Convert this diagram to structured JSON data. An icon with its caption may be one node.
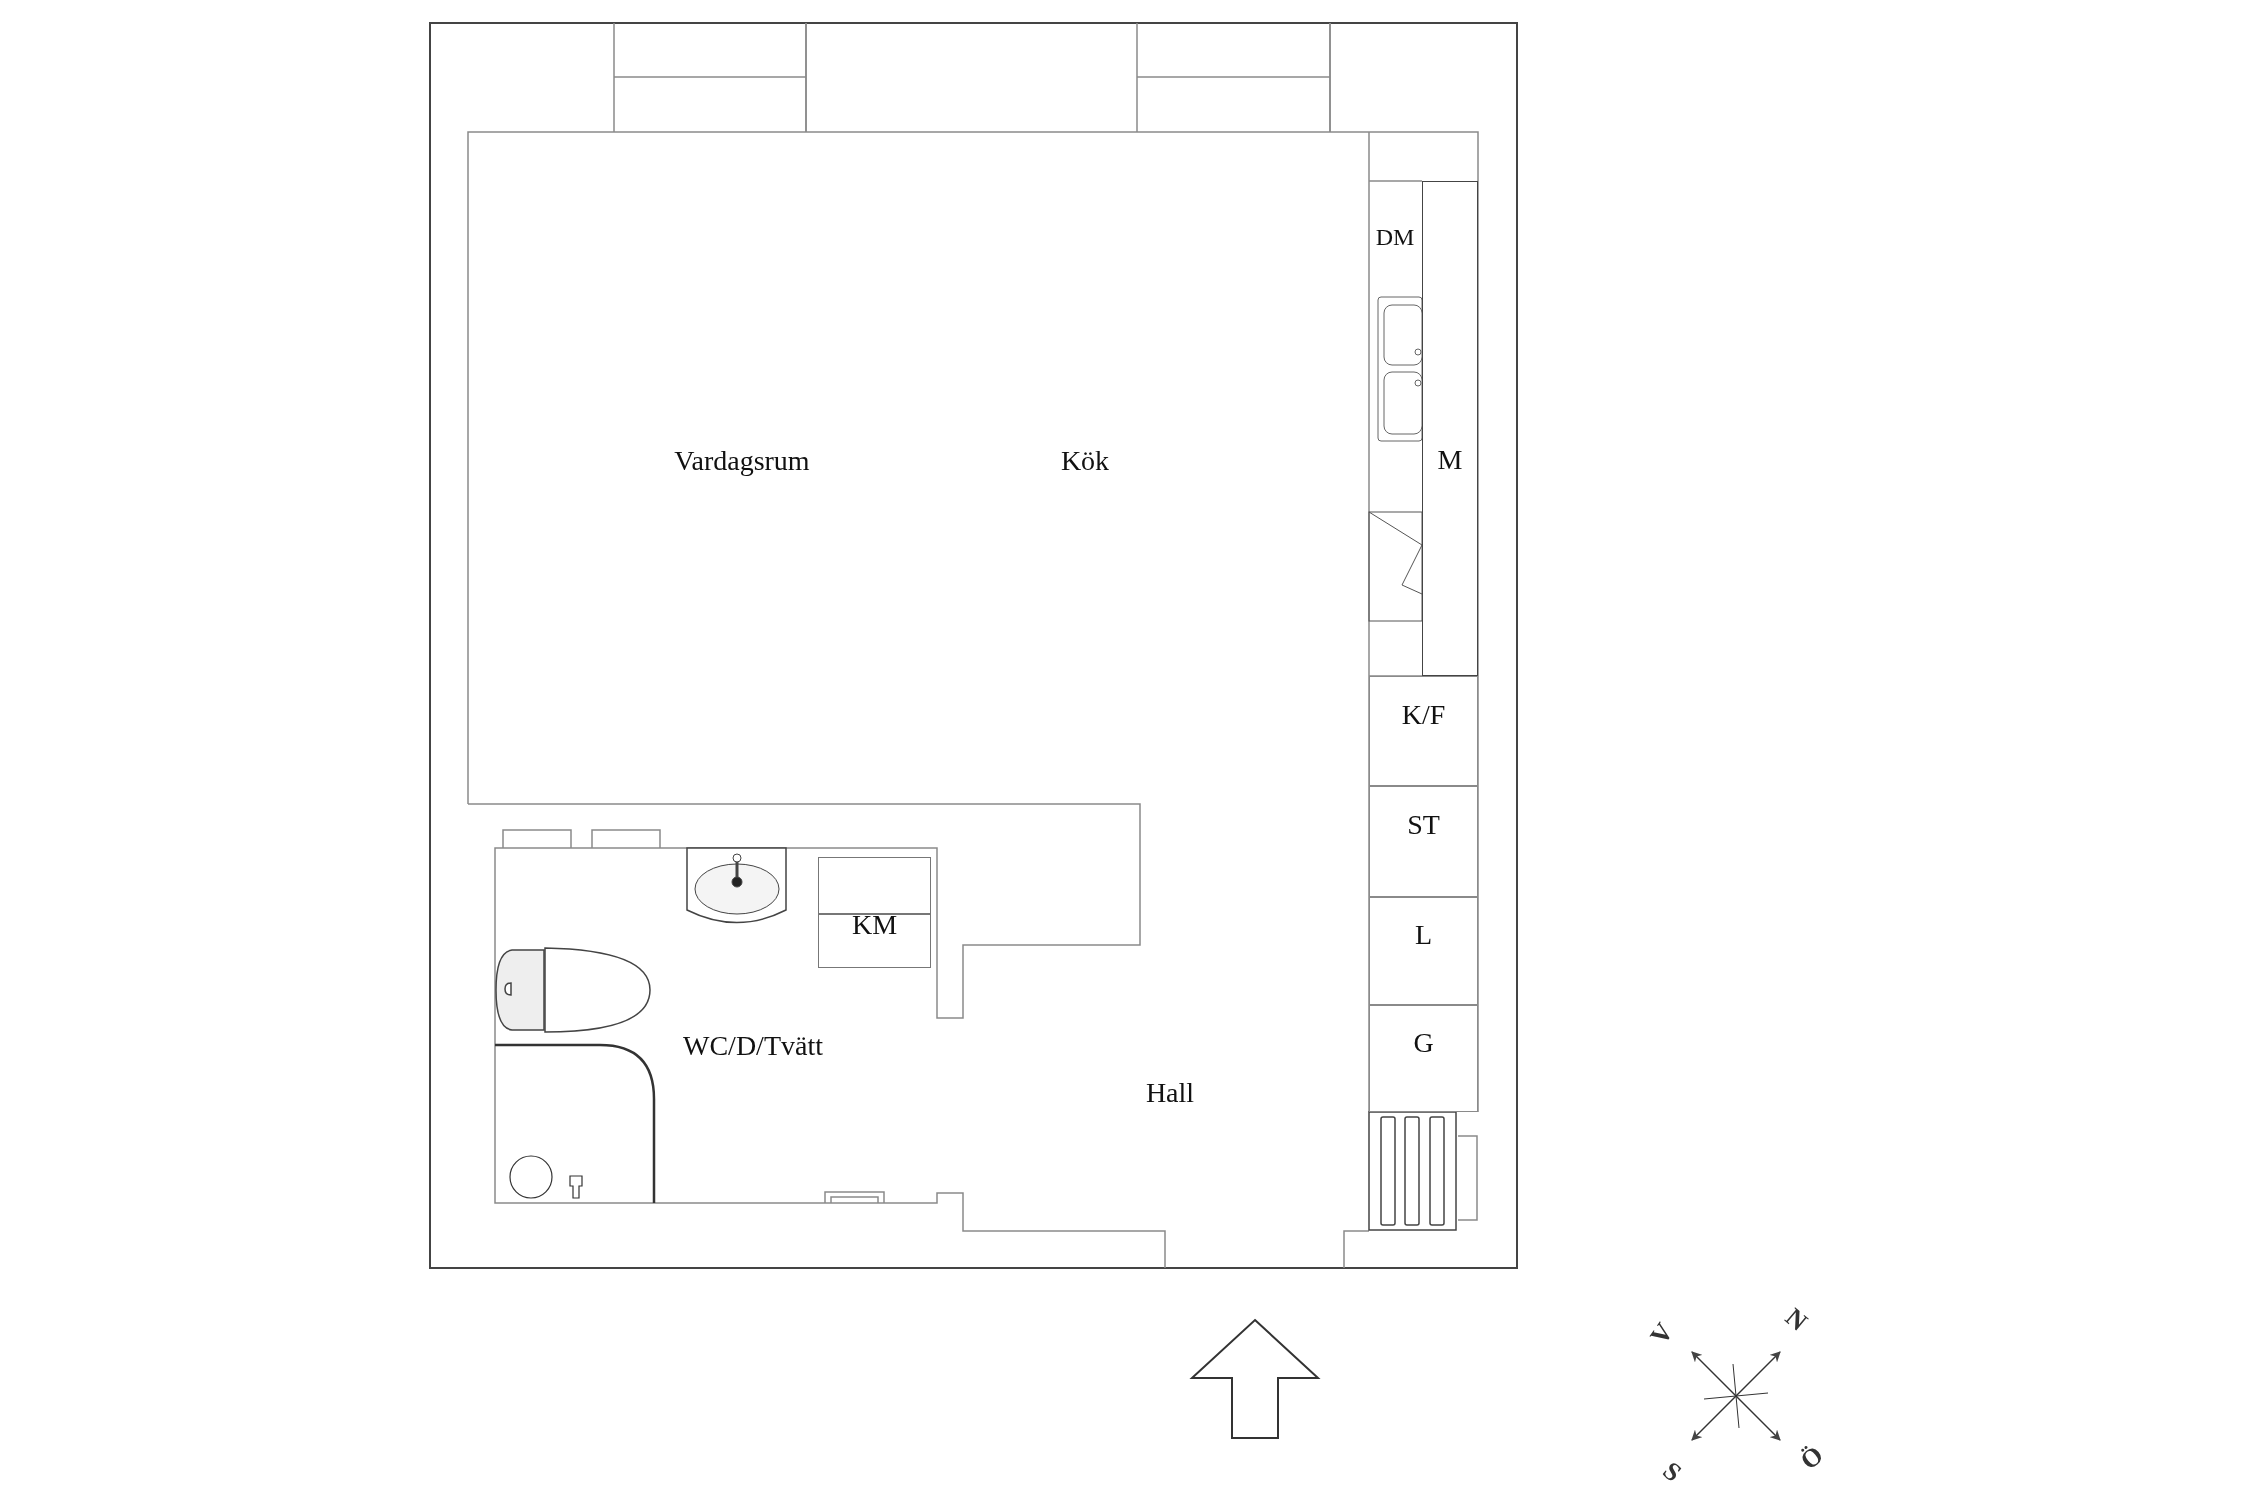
{
  "diagram": {
    "nodes": [
      {
        "text": [
          "M"
        ]
      },
      {
        "text": [
          "K/F"
        ]
      },
      {
        "text": [
          "ST"
        ]
      },
      {
        "text": [
          "L"
        ]
      },
      {
        "text": [
          "G"
        ]
      },
      {
        "text": [
          "KM"
        ]
      }
    ],
    "labels": [
      "DM",
      "Vardagsrum",
      "Kök",
      "WC/D/Tvätt",
      "Hall",
      "V",
      "N",
      "S",
      "Ö"
    ]
  }
}
